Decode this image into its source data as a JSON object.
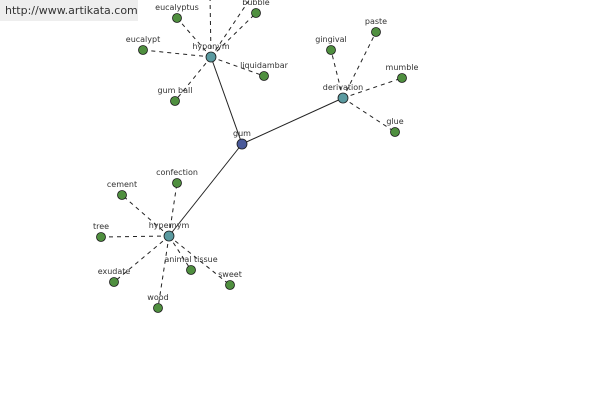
{
  "watermark": {
    "text": "http://www.artikata.com"
  },
  "colors": {
    "leaf": "#4f8f3f",
    "relation": "#5a9aa0",
    "center": "#4a5a9a",
    "edge": "#222222",
    "label": "#333333"
  },
  "graph": {
    "center": {
      "id": "gum",
      "label": "gum"
    },
    "relations": [
      {
        "id": "hyponym",
        "label": "hyponym",
        "leaves": [
          "eucalyptus",
          "bubble",
          "eucalypt",
          "liquidambar",
          "gum ball"
        ]
      },
      {
        "id": "derivation",
        "label": "derivation",
        "leaves": [
          "gingival",
          "paste",
          "mumble",
          "glue"
        ]
      },
      {
        "id": "hypernym",
        "label": "hypernym",
        "leaves": [
          "confection",
          "cement",
          "tree",
          "exudate",
          "animal tissue",
          "sweet",
          "wood"
        ]
      }
    ]
  }
}
